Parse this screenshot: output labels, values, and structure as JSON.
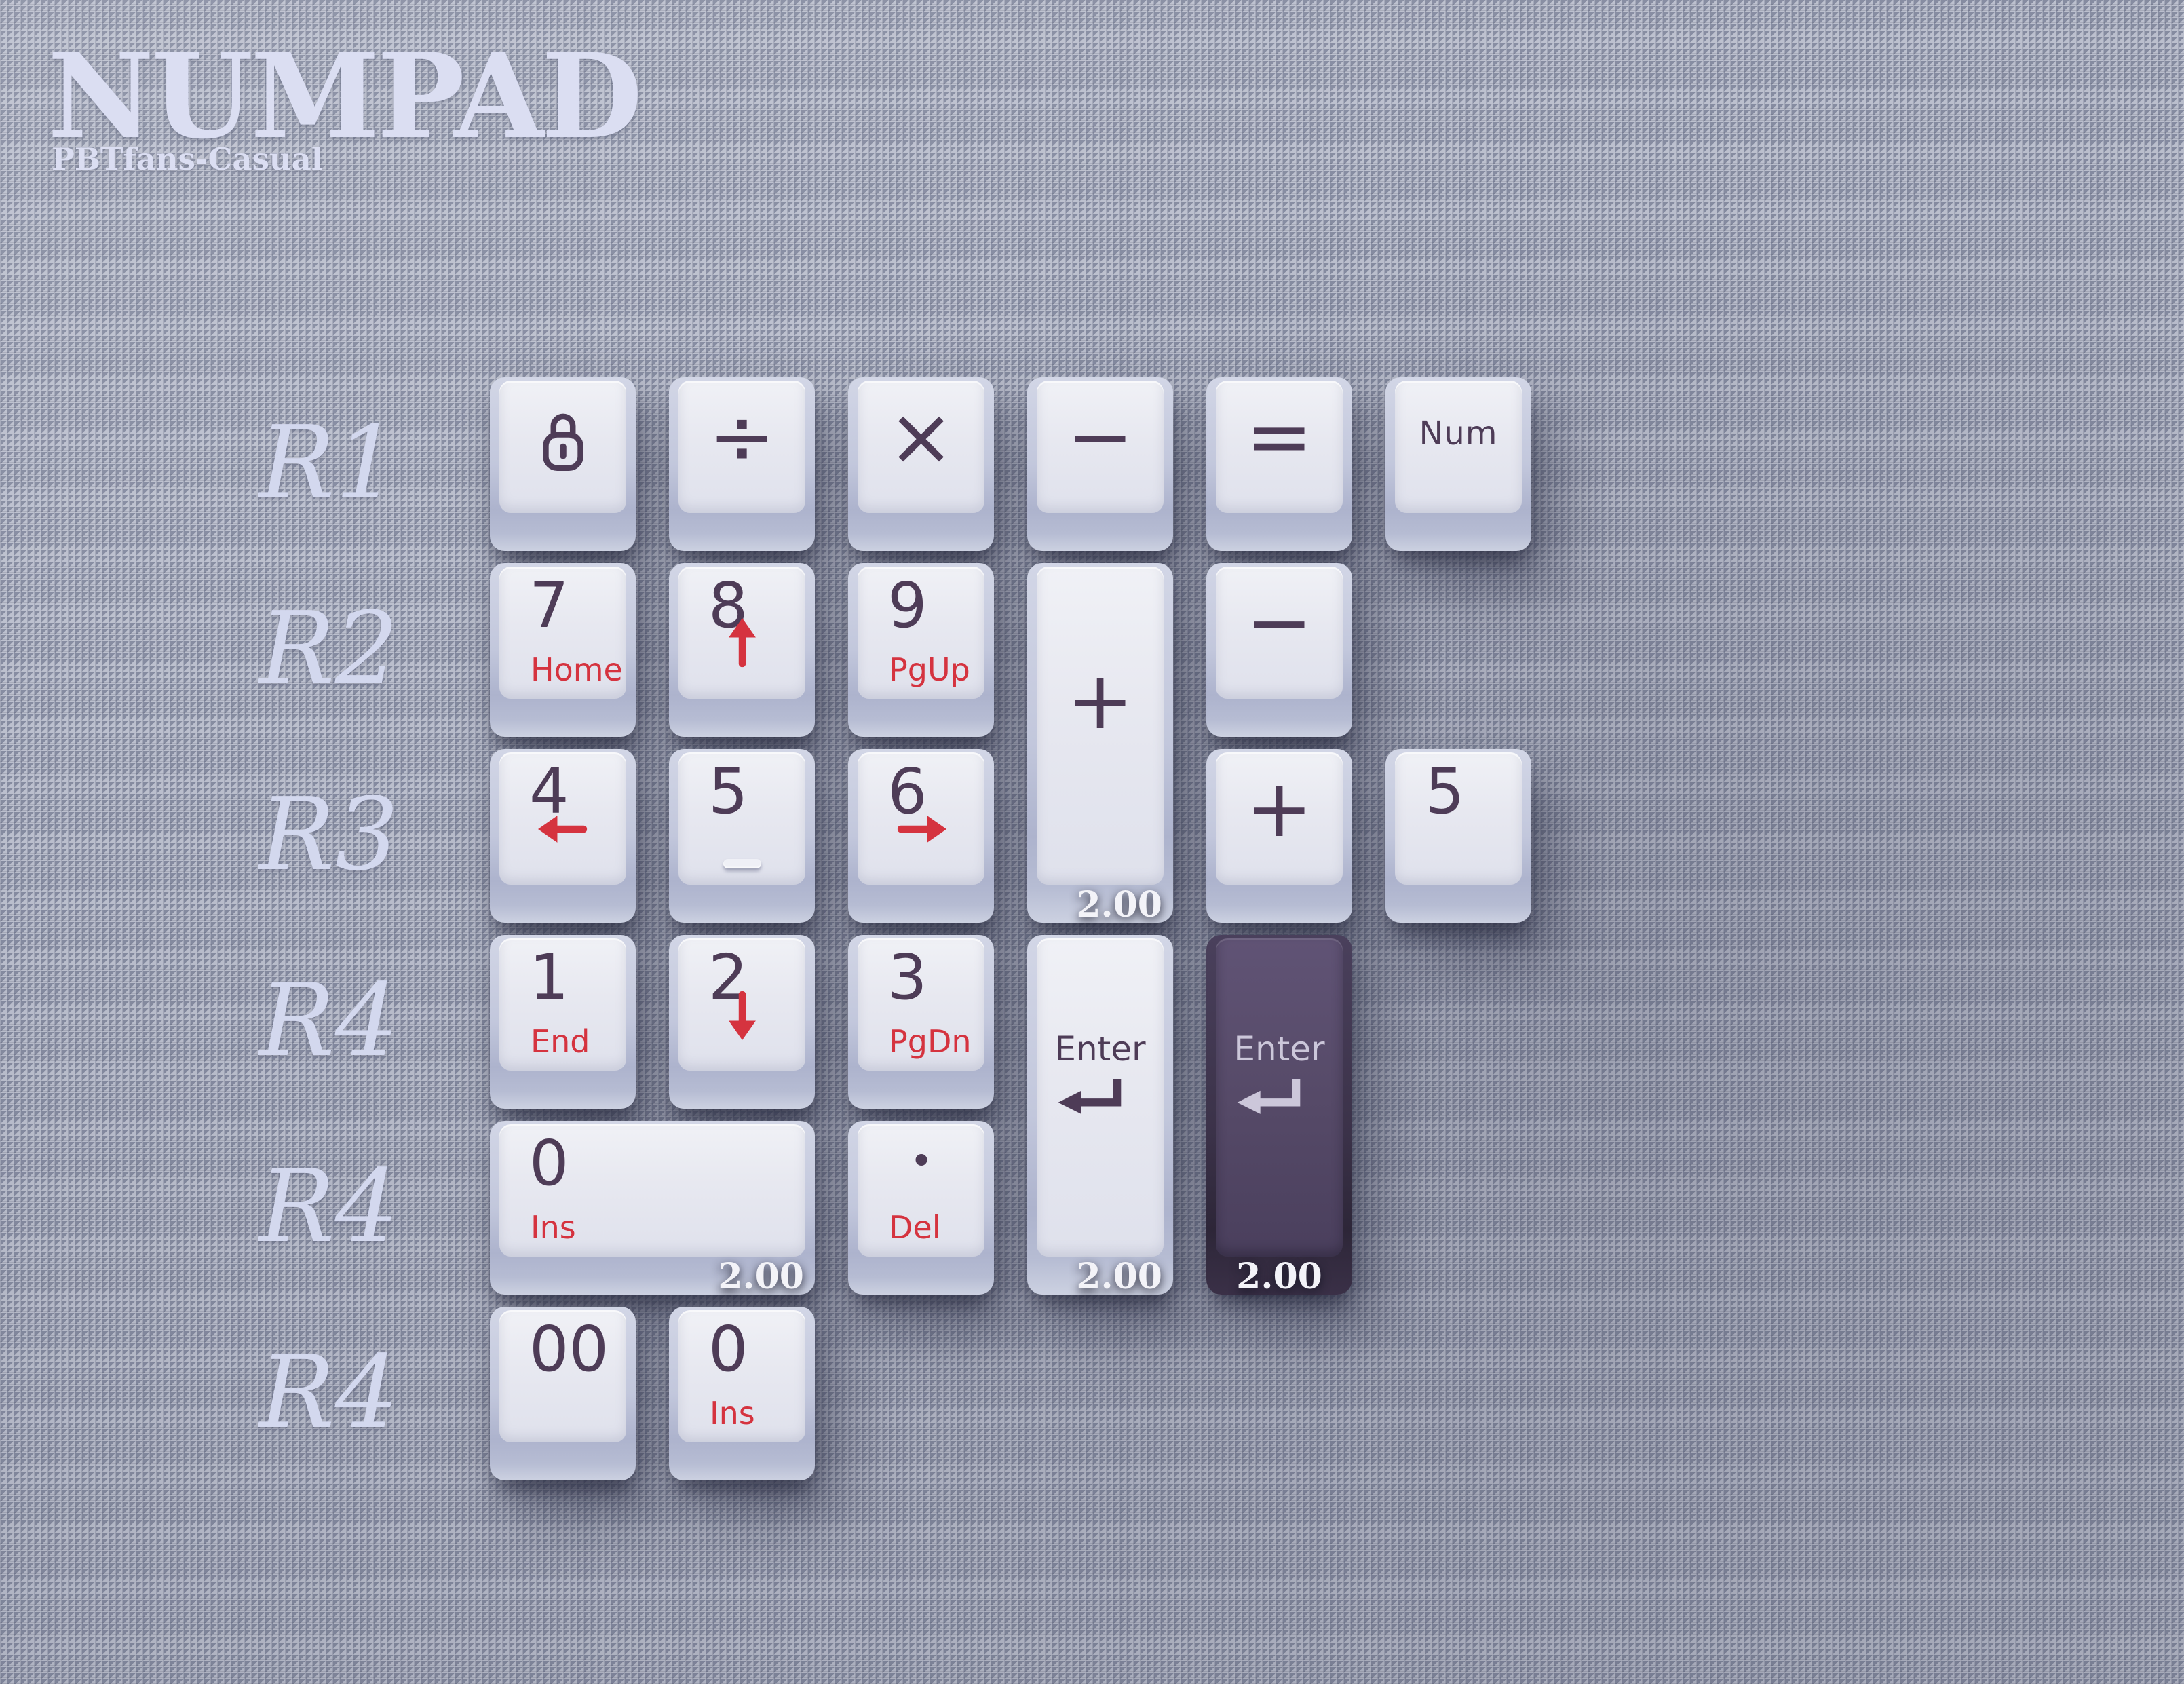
{
  "title": {
    "text": "NUMPAD",
    "subtitle": "PBTfans-Casual"
  },
  "row_labels": [
    "R1",
    "R2",
    "R3",
    "R4",
    "R4",
    "R4"
  ],
  "colors": {
    "background_base": "#a0a5b8",
    "texture_light": "#bcc0ce",
    "texture_dark": "#868ca1",
    "keycap_light_top": "#e7e8f0",
    "keycap_light_side": "#b6bcd3",
    "keycap_purple_top": "#564a68",
    "keycap_purple_side": "#2d2638",
    "legend_dark": "#4e3c57",
    "legend_red": "#d5333f",
    "legend_on_purple": "#ccc7da",
    "title_color": "#dbdef2",
    "row_label_color": "#d3d8ee",
    "size_label_color": "#f3f3f8"
  },
  "keys": [
    {
      "id": "num-lock",
      "legend_type": "icon",
      "icon": "lock-icon",
      "col": 0,
      "row": 0
    },
    {
      "id": "divide",
      "legend_type": "center",
      "main": "÷",
      "col": 1,
      "row": 0
    },
    {
      "id": "multiply",
      "legend_type": "center",
      "main": "×",
      "col": 2,
      "row": 0
    },
    {
      "id": "minus-r1",
      "legend_type": "center",
      "main": "−",
      "col": 3,
      "row": 0
    },
    {
      "id": "equals",
      "legend_type": "center",
      "main": "=",
      "col": 4,
      "row": 0
    },
    {
      "id": "num",
      "legend_type": "text",
      "main": "Num",
      "col": 5,
      "row": 0
    },
    {
      "id": "7",
      "legend_type": "num",
      "main": "7",
      "sub": "Home",
      "col": 0,
      "row": 1
    },
    {
      "id": "8",
      "legend_type": "num",
      "main": "8",
      "icon": "arrow-up-icon",
      "col": 1,
      "row": 1
    },
    {
      "id": "9",
      "legend_type": "num",
      "main": "9",
      "sub": "PgUp",
      "col": 2,
      "row": 1
    },
    {
      "id": "plus-tall",
      "legend_type": "center",
      "main": "+",
      "col": 3,
      "row": 1,
      "h": 2,
      "size": "2.00",
      "size_pos": "br"
    },
    {
      "id": "minus-r2",
      "legend_type": "center",
      "main": "−",
      "col": 4,
      "row": 1
    },
    {
      "id": "4",
      "legend_type": "num",
      "main": "4",
      "icon": "arrow-left-icon",
      "col": 0,
      "row": 2
    },
    {
      "id": "5-homing",
      "legend_type": "num",
      "main": "5",
      "homing": true,
      "col": 1,
      "row": 2
    },
    {
      "id": "6",
      "legend_type": "num",
      "main": "6",
      "icon": "arrow-right-icon",
      "col": 2,
      "row": 2
    },
    {
      "id": "plus-r3",
      "legend_type": "center",
      "main": "+",
      "col": 4,
      "row": 2
    },
    {
      "id": "5",
      "legend_type": "num",
      "main": "5",
      "col": 5,
      "row": 2
    },
    {
      "id": "1",
      "legend_type": "num",
      "main": "1",
      "sub": "End",
      "col": 0,
      "row": 3
    },
    {
      "id": "2",
      "legend_type": "num",
      "main": "2",
      "icon": "arrow-down-icon",
      "col": 1,
      "row": 3
    },
    {
      "id": "3",
      "legend_type": "num",
      "main": "3",
      "sub": "PgDn",
      "col": 2,
      "row": 3
    },
    {
      "id": "enter",
      "legend_type": "enter",
      "main": "Enter",
      "icon": "return-arrow-icon",
      "col": 3,
      "row": 3,
      "h": 2,
      "size": "2.00",
      "size_pos": "br"
    },
    {
      "id": "enter-accent",
      "legend_type": "enter",
      "main": "Enter",
      "icon": "return-arrow-icon",
      "col": 4,
      "row": 3,
      "h": 2,
      "color": "purple",
      "size": "2.00",
      "size_pos": "bc"
    },
    {
      "id": "0-wide",
      "legend_type": "num",
      "main": "0",
      "sub": "Ins",
      "col": 0,
      "row": 4,
      "w": 2,
      "size": "2.00",
      "size_pos": "br"
    },
    {
      "id": "decimal",
      "legend_type": "dot",
      "sub": "Del",
      "col": 2,
      "row": 4
    },
    {
      "id": "00",
      "legend_type": "num",
      "main": "00",
      "col": 0,
      "row": 5
    },
    {
      "id": "0",
      "legend_type": "num",
      "main": "0",
      "sub": "Ins",
      "col": 1,
      "row": 5
    }
  ]
}
